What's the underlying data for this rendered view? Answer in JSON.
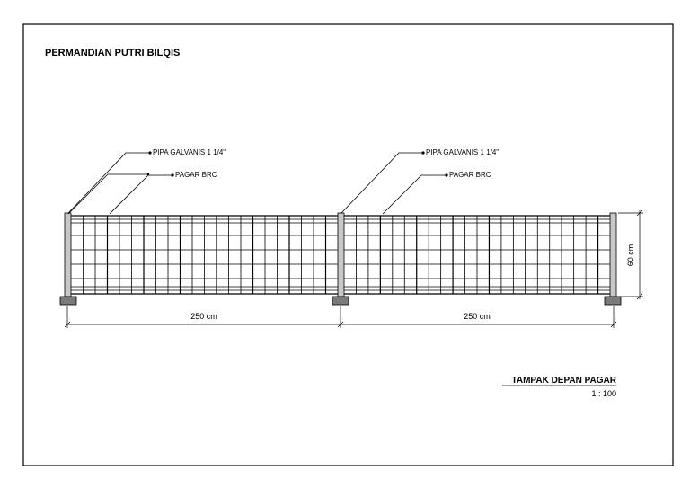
{
  "drawing": {
    "title": "PERMANDIAN PUTRI BILQIS",
    "caption": "TAMPAK DEPAN PAGAR",
    "scale": "1 : 100"
  },
  "panels": [
    {
      "post_label": "PIPA GALVANIS 1 1/4\"",
      "fence_label": "PAGAR BRC",
      "width_label": "250 cm"
    },
    {
      "post_label": "PIPA GALVANIS 1 1/4\"",
      "fence_label": "PAGAR BRC",
      "width_label": "250 cm"
    }
  ],
  "height_label": "60 cm",
  "colors": {
    "line": "#000000",
    "post": "#c8c8c8",
    "footing": "#7a7a7a"
  }
}
